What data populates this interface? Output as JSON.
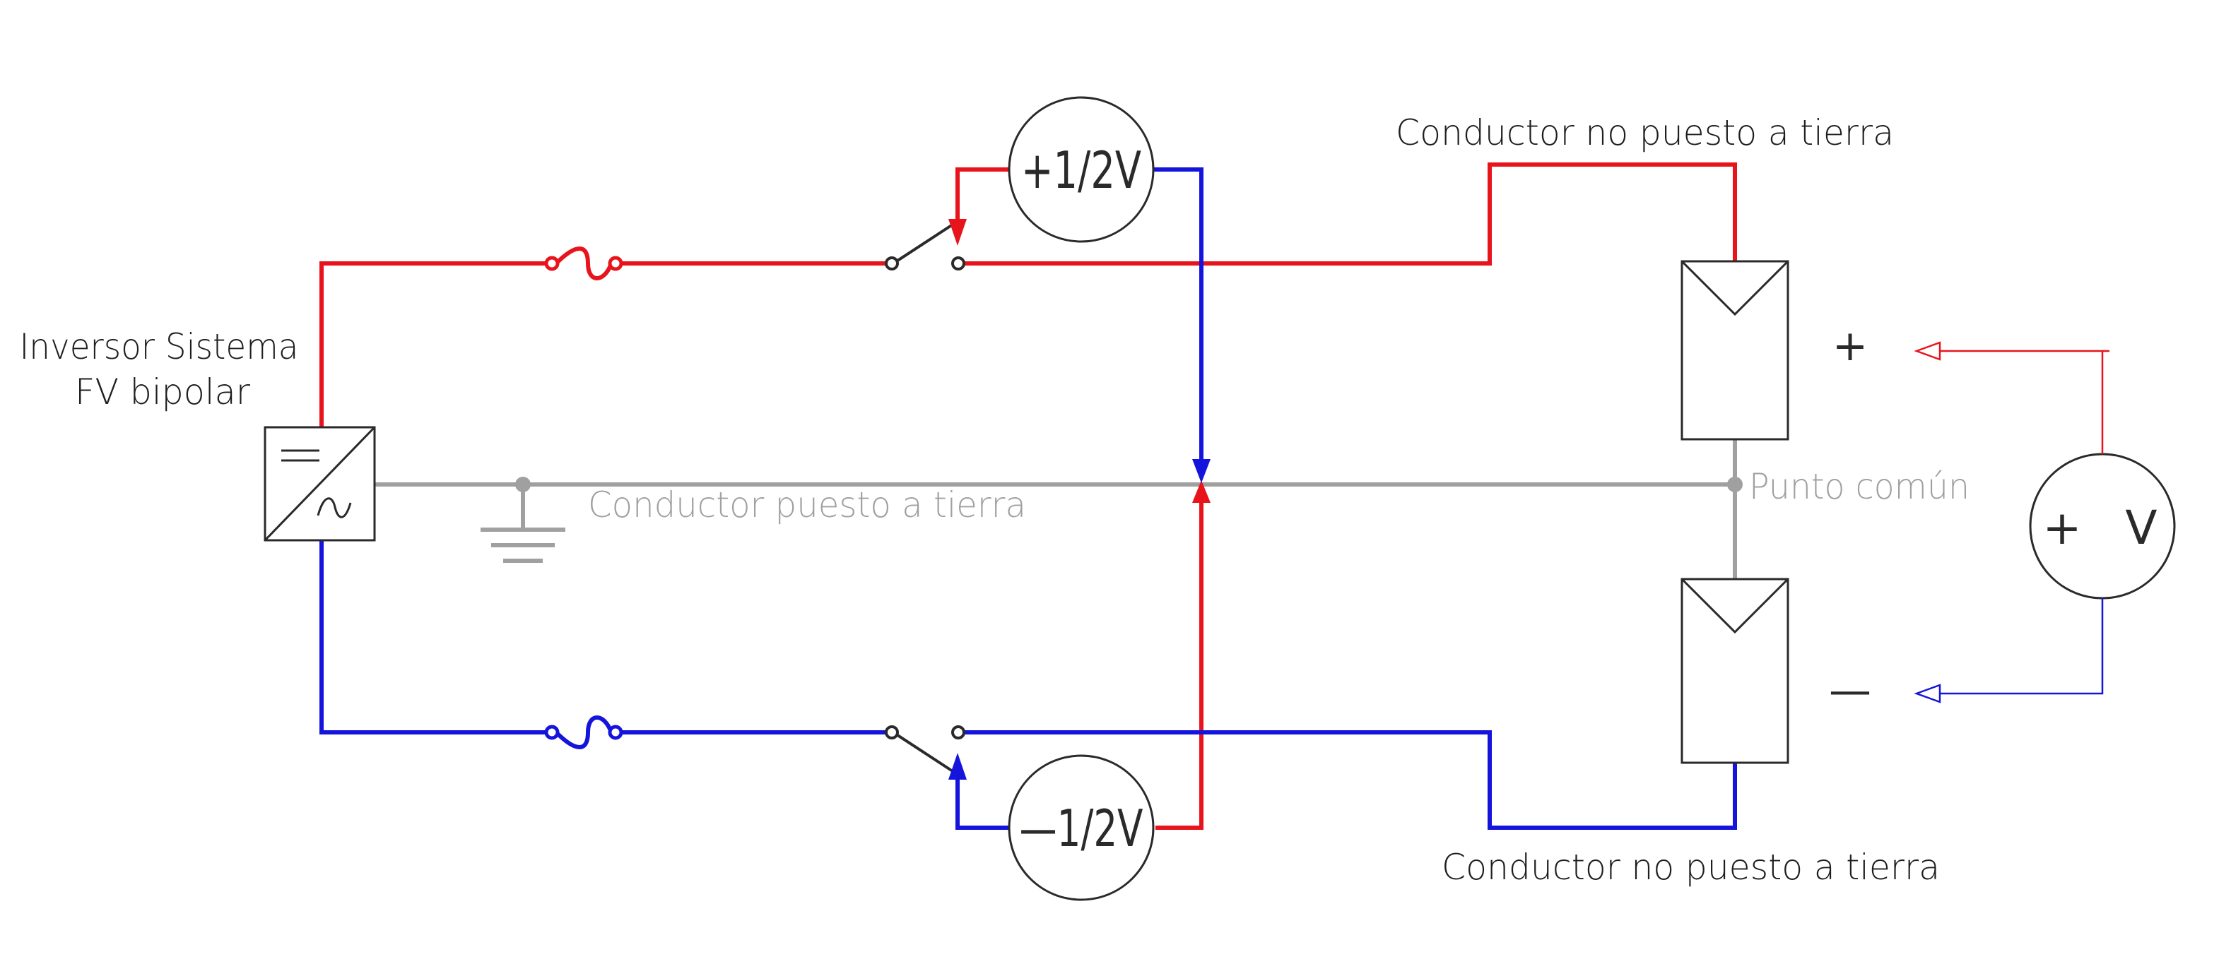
{
  "labels": {
    "inverter_line1": "Inversor Sistema",
    "inverter_line2": "FV bipolar",
    "ungrounded_top": "Conductor no puesto a tierra",
    "ungrounded_bottom": "Conductor no puesto a tierra",
    "grounded": "Conductor puesto a tierra",
    "common_point": "Punto común"
  },
  "meters": {
    "top": "+1/2V",
    "bottom": "—1/2V",
    "right_plus": "+",
    "right_v": "V"
  },
  "terminals": {
    "plus": "+",
    "minus": "—"
  },
  "colors": {
    "positive": "#e8141c",
    "negative": "#1414dc",
    "ground": "#a0a0a0",
    "symbol_outline": "#2a2a2a"
  }
}
